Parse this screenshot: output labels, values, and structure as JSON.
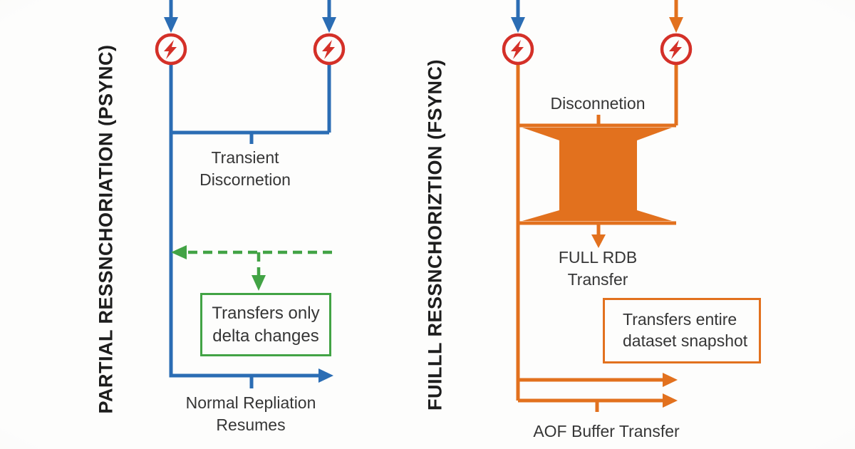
{
  "colors": {
    "blue": "#2b6db4",
    "orange": "#e2711e",
    "red": "#d43028",
    "green": "#42a345",
    "text": "#363636",
    "title_text": "#1d1d1d",
    "background": "#fdfdfc"
  },
  "left_panel": {
    "title": "PARTIAL RESSNCHORIATION (PSYNC)",
    "transient_label": "Transient\nDiscornetion",
    "delta_box_label": "Transfers only\ndelta changes",
    "resume_label": "Normal Repliation\nResumes"
  },
  "right_panel": {
    "title": "FUILLL RESSNCHORIZTION (FSYNC)",
    "disconnection_label": "Disconnetion",
    "rdb_label": "FULL RDB\nTransfer",
    "snapshot_box_label": "Transfers entire\ndataset snapshot",
    "aof_label": "AOF Buffer Transfer"
  },
  "icons": {
    "lightning": "lightning-bolt-in-red-circle"
  }
}
